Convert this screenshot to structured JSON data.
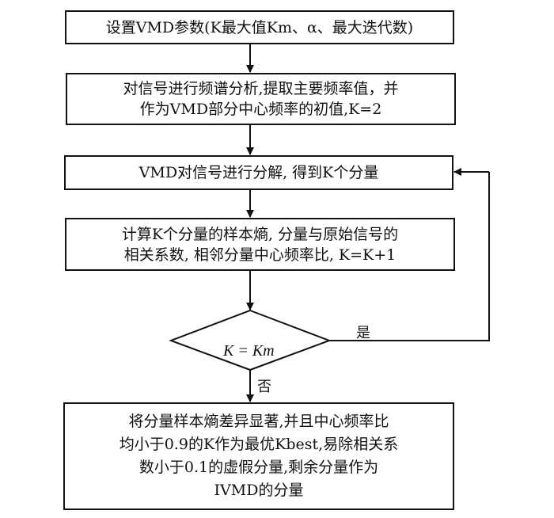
{
  "flowchart": {
    "steps": [
      {
        "id": "set-params",
        "text": "设置VMD参数(K最大值Km、α、最大迭代数)"
      },
      {
        "id": "spectrum-analysis",
        "text": "对信号进行频谱分析,提取主要频率值，并\n作为VMD部分中心频率的初值,K=2"
      },
      {
        "id": "vmd-decompose",
        "text": "VMD对信号进行分解, 得到K个分量"
      },
      {
        "id": "compute-metrics",
        "text": "计算K个分量的样本熵, 分量与原始信号的\n相关系数, 相邻分量中心频率比, K=K+1"
      },
      {
        "id": "select-k-best",
        "text": "将分量样本熵差异显著,并且中心频率比\n均小于0.9的K作为最优Kbest,易除相关系\n数小于0.1的虚假分量,剩余分量作为\nIVMD的分量"
      }
    ],
    "decision": {
      "text": "K = Km",
      "yes_label": "是",
      "no_label": "否"
    }
  }
}
